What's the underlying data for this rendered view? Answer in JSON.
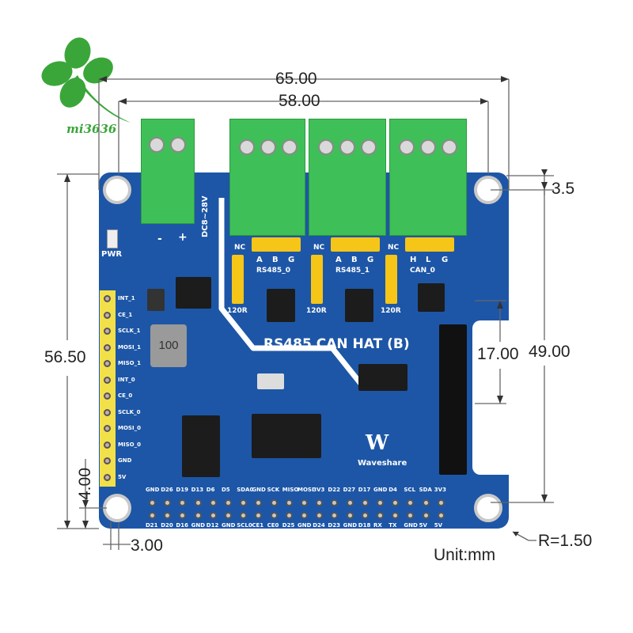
{
  "logo": {
    "brand_text": "mi3636",
    "icon": "four-leaf-clover-icon",
    "color": "#3aa63a"
  },
  "dimensions": {
    "overall_width": "65.00",
    "hole_spacing_x": "58.00",
    "top_offset": "3.5",
    "overall_height": "56.50",
    "hole_spacing_y": "49.00",
    "connector_height": "17.00",
    "bottom_offset": "4.00",
    "left_offset": "3.00",
    "corner_radius": "R=1.50",
    "unit": "Unit:mm"
  },
  "board": {
    "title": "RS485 CAN HAT (B)",
    "brand": "Waveshare",
    "power_label": "PWR",
    "voltage_label": "DC8~28V",
    "minus": "-",
    "plus": "+",
    "inductor": "100",
    "color": "#1d56a6",
    "channels": [
      {
        "name": "RS485_0",
        "pins": [
          "A",
          "B",
          "G"
        ],
        "nc": "NC",
        "term": "120R"
      },
      {
        "name": "RS485_1",
        "pins": [
          "A",
          "B",
          "G"
        ],
        "nc": "NC",
        "term": "120R"
      },
      {
        "name": "CAN_0",
        "pins": [
          "H",
          "L",
          "G"
        ],
        "nc": "NC",
        "term": "120R"
      }
    ],
    "side_header": [
      "INT_1",
      "CE_1",
      "SCLK_1",
      "MOSI_1",
      "MISO_1",
      "INT_0",
      "CE_0",
      "SCLK_0",
      "MOSI_0",
      "MISO_0",
      "GND",
      "5V"
    ],
    "gpio_top": [
      "GND",
      "D26",
      "D19",
      "D13",
      "D6",
      "D5",
      "SDA0",
      "GND",
      "SCK",
      "MISO",
      "MOSI",
      "3V3",
      "D22",
      "D27",
      "D17",
      "GND",
      "D4",
      "SCL",
      "SDA",
      "3V3"
    ],
    "gpio_bottom": [
      "D21",
      "D20",
      "D16",
      "GND",
      "D12",
      "GND",
      "SCL0",
      "CE1",
      "CE0",
      "D25",
      "GND",
      "D24",
      "D23",
      "GND",
      "D18",
      "RX",
      "TX",
      "GND",
      "5V",
      "5V"
    ]
  }
}
